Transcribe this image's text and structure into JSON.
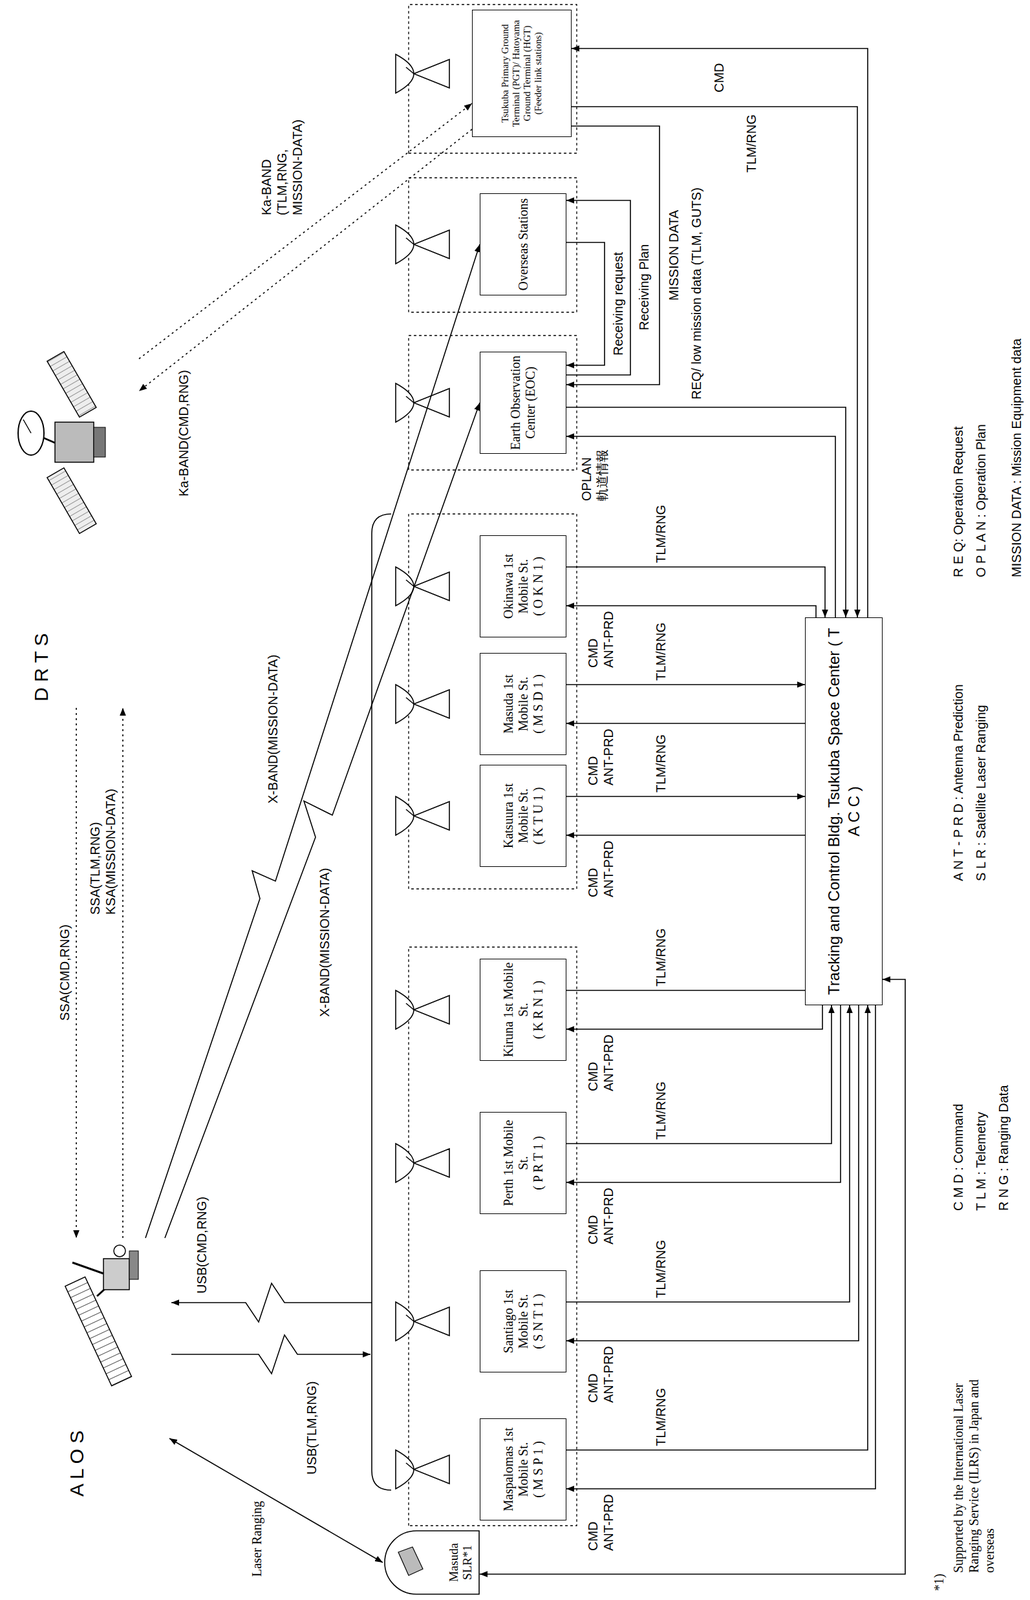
{
  "diagram": {
    "nodes": [
      {
        "text": [
          "A L O S"
        ]
      },
      {
        "text": [
          "D R T S"
        ]
      },
      {
        "text": [
          "Masuda SLR*1"
        ]
      },
      {
        "text": [
          "Maspalomas 1st Mobile St.",
          "( M S P 1 )"
        ]
      },
      {
        "text": [
          "Santiago 1st Mobile St.",
          "( S N T 1 )"
        ]
      },
      {
        "text": [
          "Perth 1st Mobile St.",
          "( P R T 1 )"
        ]
      },
      {
        "text": [
          "Kiruna 1st Mobile St.",
          "( K R N 1 )"
        ]
      },
      {
        "text": [
          "Katsuura 1st Mobile St.",
          "( K T U 1 )"
        ]
      },
      {
        "text": [
          "Masuda 1st Mobile St.",
          "( M S D 1 )"
        ]
      },
      {
        "text": [
          "Okinawa 1st Mobile St.",
          "( O K N 1 )"
        ]
      },
      {
        "text": [
          "Earth Observation Center (EOC)"
        ]
      },
      {
        "text": [
          "Overseas Stations"
        ]
      },
      {
        "text": [
          "Tsukuba Primary Ground Terminal (PGT)/ Hatoyama Ground Terminal (HGT) (Feeder link stations)"
        ]
      },
      {
        "text": [
          "Tracking and Control Bldg. Tsukuba Space Center ( T A C C )"
        ]
      }
    ],
    "edges": [
      {
        "from": 1,
        "to": 0,
        "label": "SSA(CMD,RNG)",
        "arrow": "to"
      },
      {
        "from": 0,
        "to": 1,
        "label": "SSA(TLM,RNG) KSA(MISSION-DATA)",
        "arrow": "to"
      },
      {
        "from": 12,
        "to": 1,
        "label": "Ka-BAND(CMD,RNG)",
        "arrow": "to"
      },
      {
        "from": 1,
        "to": 12,
        "label": "Ka-BAND (TLM,RNG, MISSION-DATA)",
        "arrow": "to"
      },
      {
        "from": 0,
        "to": 2,
        "label": "Laser Ranging",
        "arrow": "both"
      },
      {
        "from": 0,
        "to": 10,
        "label": "X-BAND(MISSION-DATA)",
        "arrow": "to"
      },
      {
        "from": 0,
        "to": 11,
        "label": "X-BAND(MISSION-DATA)",
        "arrow": "to"
      },
      {
        "from": 13,
        "to": 3,
        "label": "CMD ANT-PRD",
        "arrow": "to"
      },
      {
        "from": 3,
        "to": 13,
        "label": "TLM/RNG",
        "arrow": "to"
      },
      {
        "from": 13,
        "to": 4,
        "label": "CMD ANT-PRD",
        "arrow": "to"
      },
      {
        "from": 4,
        "to": 13,
        "label": "TLM/RNG",
        "arrow": "to"
      },
      {
        "from": 13,
        "to": 5,
        "label": "CMD ANT-PRD",
        "arrow": "to"
      },
      {
        "from": 5,
        "to": 13,
        "label": "TLM/RNG",
        "arrow": "to"
      },
      {
        "from": 13,
        "to": 6,
        "label": "CMD ANT-PRD",
        "arrow": "to"
      },
      {
        "from": 6,
        "to": 13,
        "label": "TLM/RNG",
        "arrow": "to"
      },
      {
        "from": 13,
        "to": 7,
        "label": "CMD ANT-PRD",
        "arrow": "to"
      },
      {
        "from": 7,
        "to": 13,
        "label": "TLM/RNG",
        "arrow": "to"
      },
      {
        "from": 13,
        "to": 8,
        "label": "CMD ANT-PRD",
        "arrow": "to"
      },
      {
        "from": 8,
        "to": 13,
        "label": "TLM/RNG",
        "arrow": "to"
      },
      {
        "from": 13,
        "to": 9,
        "label": "CMD ANT-PRD",
        "arrow": "to"
      },
      {
        "from": 9,
        "to": 13,
        "label": "TLM/RNG",
        "arrow": "to"
      },
      {
        "from": 13,
        "to": 10,
        "label": "OPLAN 軌道情報",
        "arrow": "to"
      },
      {
        "from": 10,
        "to": 13,
        "label": "REQ/ low mission data (TLM, GUTS)",
        "arrow": "to"
      },
      {
        "from": 10,
        "to": 11,
        "label": "Receiving Plan",
        "arrow": "to"
      },
      {
        "from": 11,
        "to": 10,
        "label": "Receiving request",
        "arrow": "to"
      },
      {
        "from": 12,
        "to": 10,
        "label": "MISSION DATA",
        "arrow": "to"
      },
      {
        "from": 13,
        "to": 12,
        "label": "CMD",
        "arrow": "to"
      },
      {
        "from": 12,
        "to": 13,
        "label": "TLM/RNG",
        "arrow": "to"
      },
      {
        "from": 2,
        "to": 13,
        "arrow": "both"
      }
    ],
    "labels": [
      "USB(CMD,RNG)",
      "USB(TLM,RNG)",
      "C M D : Command",
      "T L M : Telemetry",
      "R N G : Ranging Data",
      "A N T - P R D : Antenna Prediction",
      "S L R : Satellite Laser Ranging",
      "R E Q: Operation Request",
      "O P L A N : Operation Plan",
      "MISSION DATA : Mission Equipment data",
      "*1)",
      "Supported by the International Laser Ranging Service (ILRS) in Japan and overseas"
    ]
  }
}
